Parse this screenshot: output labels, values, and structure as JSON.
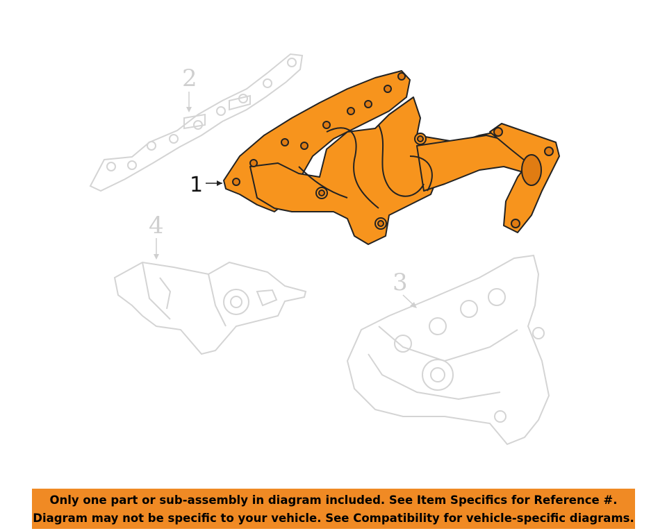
{
  "callouts": {
    "part1": "1",
    "part2": "2",
    "part3": "3",
    "part4": "4"
  },
  "colors": {
    "highlight_fill": "#f7941d",
    "faded_stroke": "#d4d4d4",
    "outline": "#222222",
    "banner": "#f08a24"
  },
  "banner": {
    "line1": "Only one part or sub-assembly in diagram included. See Item Specifics for Reference #.",
    "line2": "Diagram may not be specific to your vehicle. See Compatibility for vehicle-specific diagrams."
  }
}
